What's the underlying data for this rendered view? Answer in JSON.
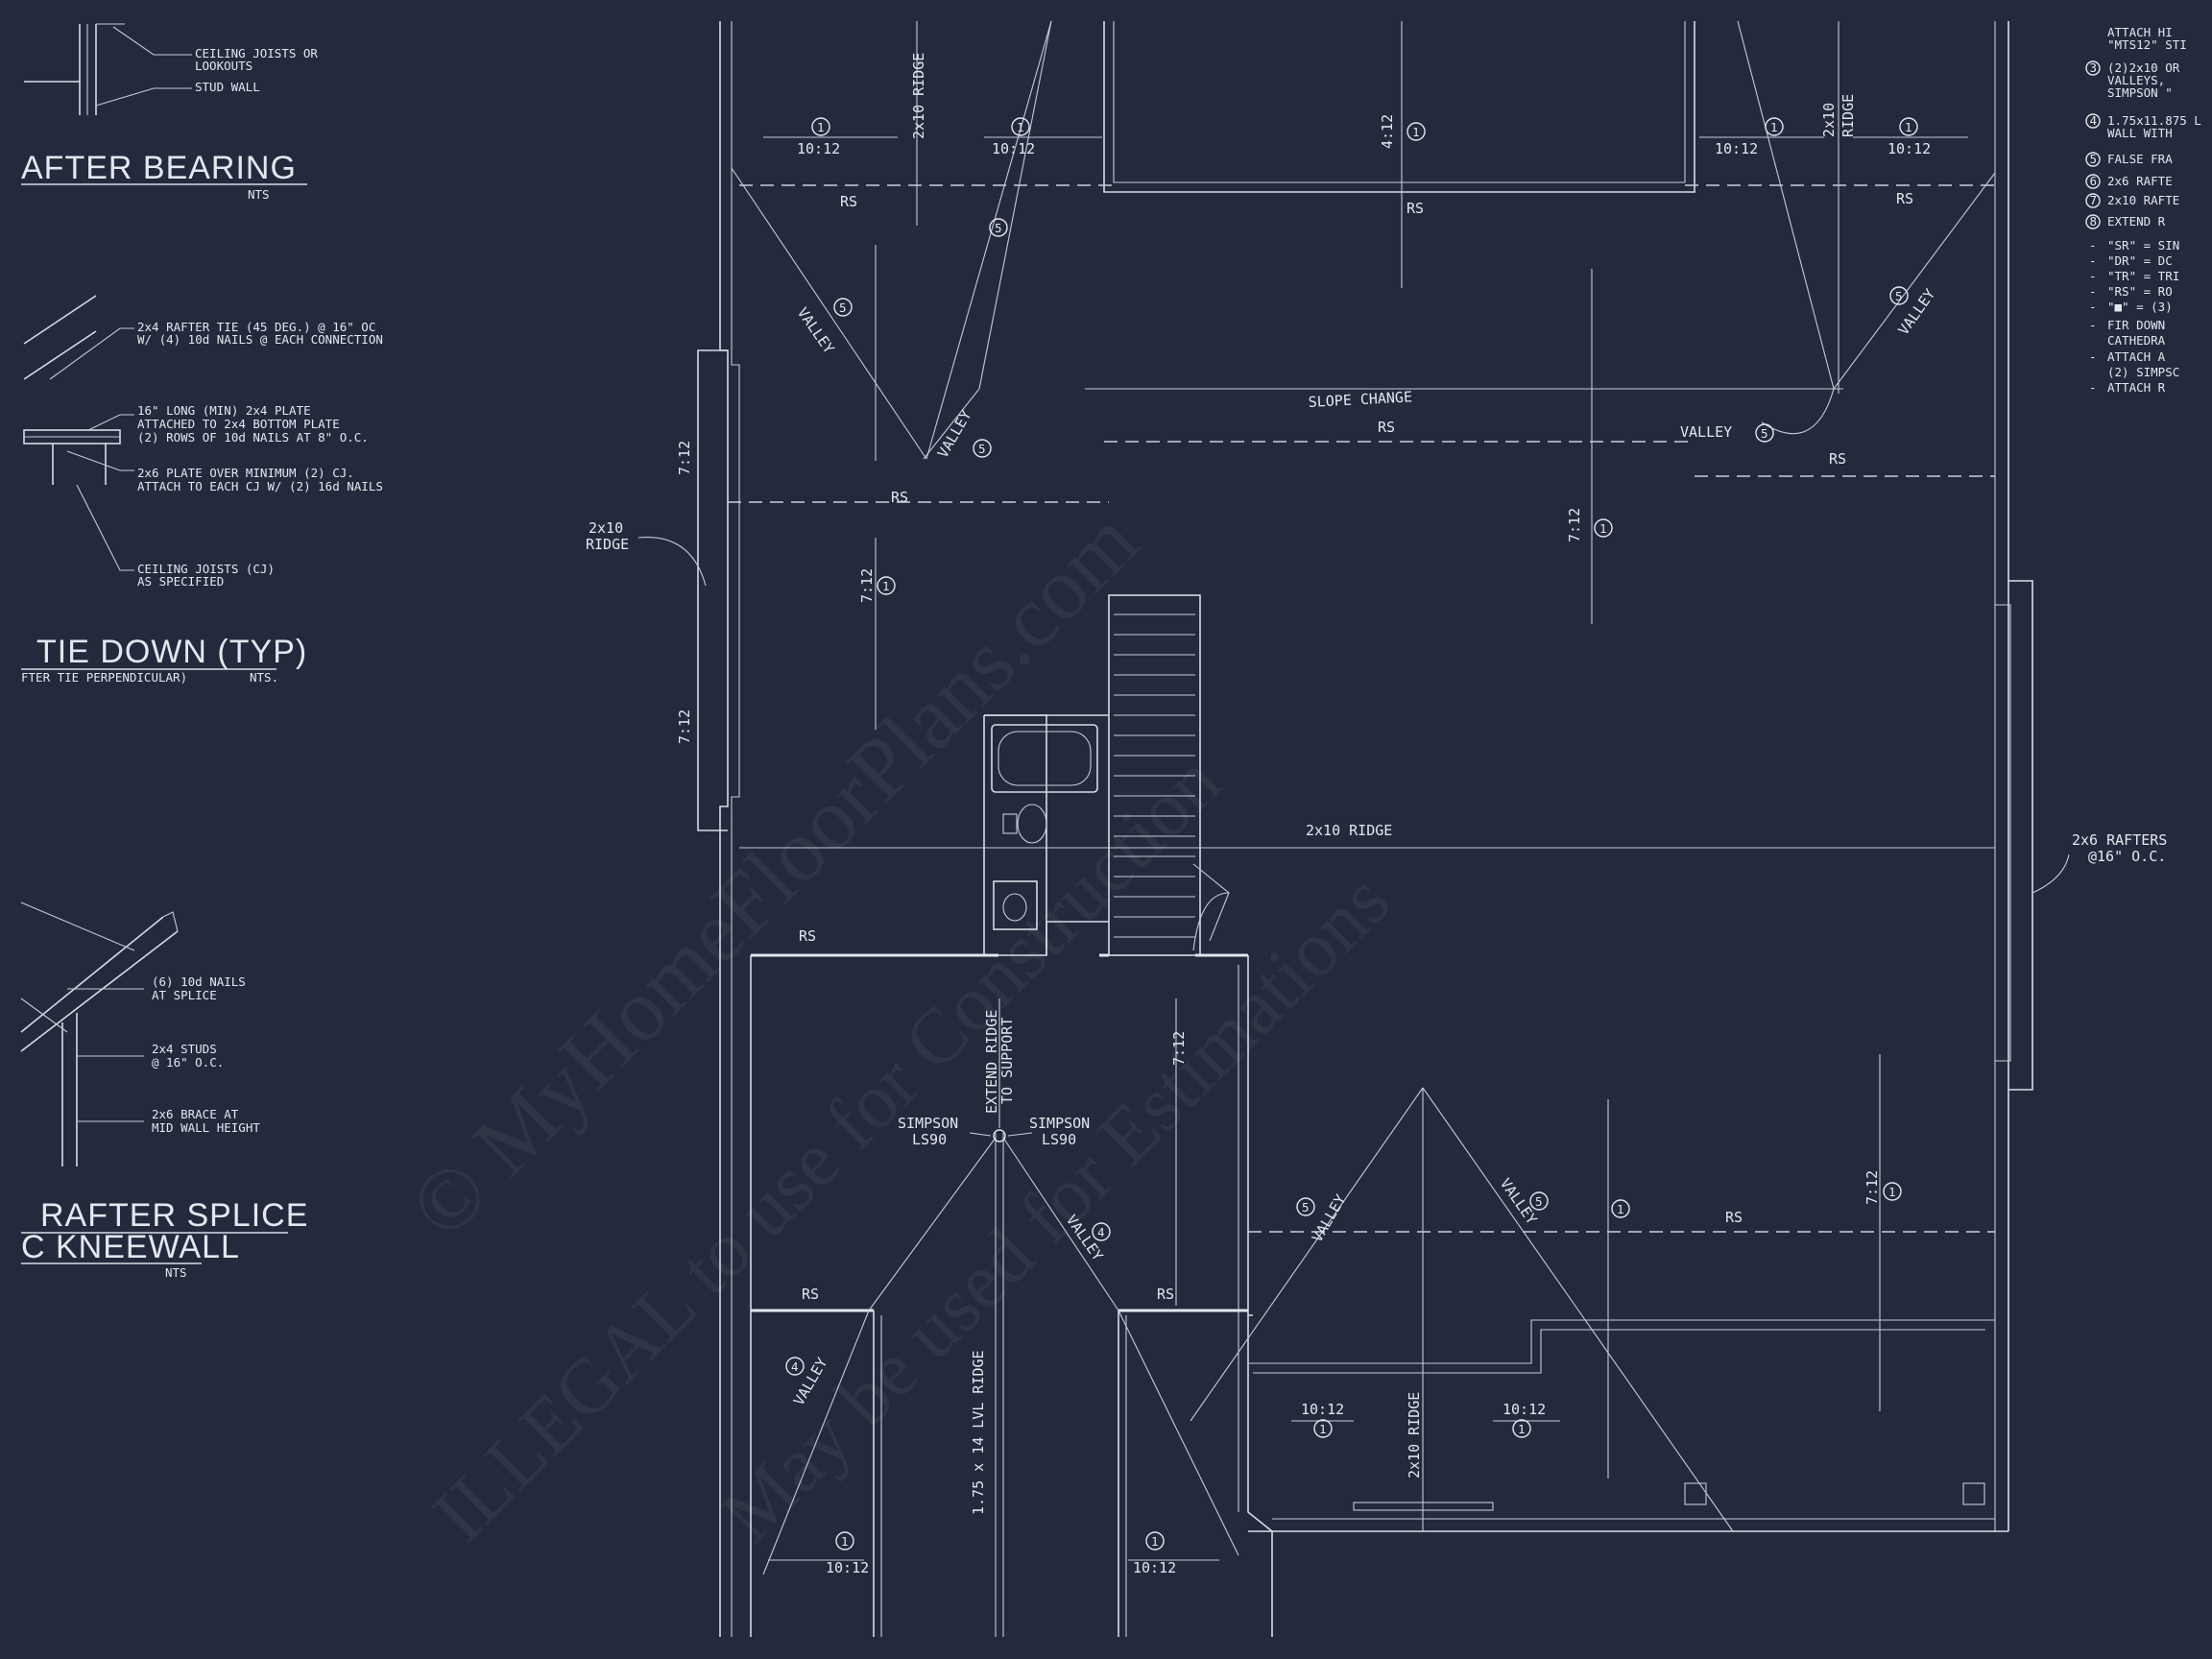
{
  "details": {
    "rafter_bearing": {
      "title": "AFTER BEARING",
      "scale": "NTS",
      "labels": [
        "CEILING JOISTS OR",
        "LOOKOUTS",
        "STUD WALL"
      ]
    },
    "tie_down": {
      "title": "TIE DOWN (TYP)",
      "subtitle": "FTER TIE PERPENDICULAR)",
      "scale": "NTS.",
      "labels": [
        "2x4 RAFTER TIE (45 DEG.) @ 16\" OC",
        "W/ (4) 10d NAILS @ EACH CONNECTION",
        "16\" LONG (MIN) 2x4 PLATE",
        "ATTACHED TO 2x4 BOTTOM PLATE",
        "(2) ROWS OF 10d NAILS AT 8\" O.C.",
        "2x6 PLATE OVER MINIMUM (2) CJ.",
        "ATTACH TO EACH CJ W/ (2) 16d NAILS",
        "CEILING JOISTS (CJ)",
        "AS SPECIFIED"
      ]
    },
    "rafter_splice": {
      "title_1": "RAFTER SPLICE",
      "title_2": "C KNEEWALL",
      "scale": "NTS",
      "labels": [
        "(6) 10d NAILS",
        "AT SPLICE",
        "2x4 STUDS",
        "@ 16\" O.C.",
        "2x6 BRACE AT",
        "MID WALL HEIGHT"
      ]
    }
  },
  "notes": [
    "ATTACH HI",
    "\"MTS12\" STI",
    "(2)2x10 OR",
    "VALLEYS,",
    "SIMPSON \"",
    "1.75x11.875 L",
    "WALL WITH",
    "FALSE FRA",
    "2x6 RAFTE",
    "2x10 RAFTE",
    "EXTEND R",
    "\"SR\" = SIN",
    "\"DR\" = DC",
    "\"TR\" = TRI",
    "\"RS\" = RO",
    "\"■\" = (3)",
    "FIR DOWN",
    "CATHEDRA",
    "ATTACH A",
    "(2) SIMPSC",
    "ATTACH R"
  ],
  "note_markers": [
    "3",
    "4",
    "5",
    "6",
    "7",
    "8",
    "-",
    "-",
    "-",
    "-",
    "-",
    "-",
    "-",
    "-"
  ],
  "plan": {
    "pitch_1012": "10:12",
    "pitch_712": "7:12",
    "pitch_412": "4:12",
    "ridge_2x10": "2x10 RIDGE",
    "ridge_2x10_a": "2x10",
    "ridge_2x10_b": "RIDGE",
    "rs": "RS",
    "valley": "VALLEY",
    "slope_change": "SLOPE CHANGE",
    "rafters_1": "2x6 RAFTERS",
    "rafters_2": "@16\" O.C.",
    "extend_1": "EXTEND RIDGE",
    "extend_2": "TO SUPPORT",
    "simpson": "SIMPSON",
    "ls90": "LS90",
    "lvl_ridge": "1.75 x 14 LVL RIDGE",
    "mark_1": "1",
    "mark_4": "4",
    "mark_5": "5"
  },
  "watermark": {
    "line_1": "© MyHomeFloorPlans.com",
    "line_2": "ILLEGAL to use for Construction",
    "line_3": "May be used for Estimations"
  }
}
